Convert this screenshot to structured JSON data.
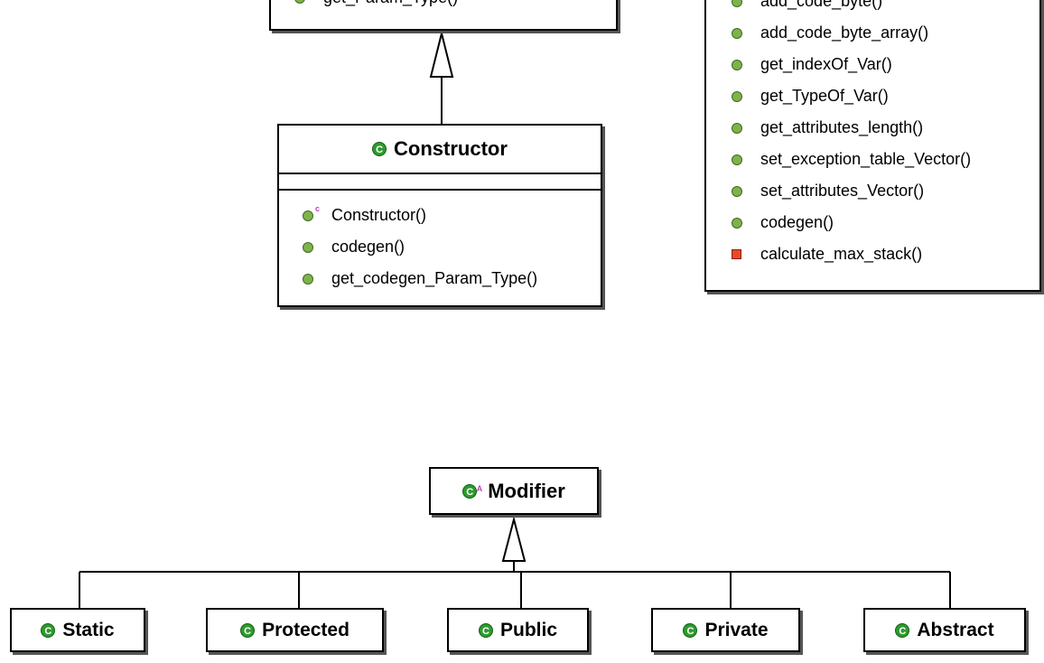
{
  "top_left_box": {
    "partial_text": "get_Param_Type()"
  },
  "constructor_class": {
    "name": "Constructor",
    "members": [
      {
        "label": "Constructor()",
        "kind": "constructor"
      },
      {
        "label": "codegen()",
        "kind": "public"
      },
      {
        "label": "get_codegen_Param_Type()",
        "kind": "public"
      }
    ]
  },
  "right_class": {
    "partial_text": "add_code_byte()",
    "members": [
      {
        "label": "add_code_byte_array()",
        "kind": "public"
      },
      {
        "label": "get_indexOf_Var()",
        "kind": "public"
      },
      {
        "label": "get_TypeOf_Var()",
        "kind": "public"
      },
      {
        "label": "get_attributes_length()",
        "kind": "public"
      },
      {
        "label": "set_exception_table_Vector()",
        "kind": "public"
      },
      {
        "label": "set_attributes_Vector()",
        "kind": "public"
      },
      {
        "label": "codegen()",
        "kind": "public"
      },
      {
        "label": "calculate_max_stack()",
        "kind": "private"
      }
    ]
  },
  "modifier_class": {
    "name": "Modifier",
    "abstract": true
  },
  "subclasses": [
    {
      "name": "Static"
    },
    {
      "name": "Protected"
    },
    {
      "name": "Public"
    },
    {
      "name": "Private"
    },
    {
      "name": "Abstract"
    }
  ],
  "colors": {
    "class_icon": "#2f9a2f",
    "public_method": "#7fb24a",
    "private_method": "#e24b2b",
    "abstract_marker": "#c040c0"
  }
}
